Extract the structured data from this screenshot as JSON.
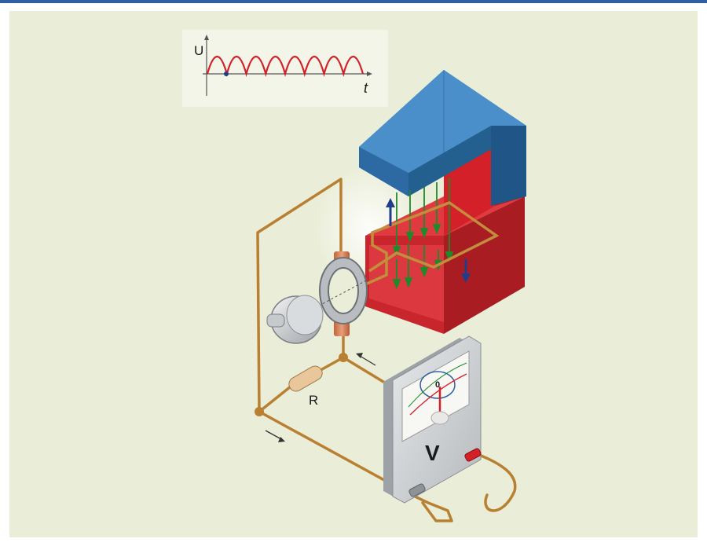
{
  "graph": {
    "y_axis_label": "U",
    "x_axis_label": "t"
  },
  "circuit": {
    "resistor_label": "R"
  },
  "voltmeter": {
    "face_label": "V",
    "dial_zero": "0"
  },
  "colors": {
    "background": "#eaeed8",
    "top_rule": "#2f5fa0",
    "wire": "#b98032",
    "magnet_top": "#2f6ea5",
    "magnet_bottom": "#d42028",
    "field_lines": "#1f8a2a",
    "force_arrows": "#1f3d8a",
    "curve": "#d42028"
  },
  "icons": {
    "force_up": "arrow-up-icon",
    "force_down": "arrow-down-icon",
    "current_direction": "arrow-icon"
  }
}
